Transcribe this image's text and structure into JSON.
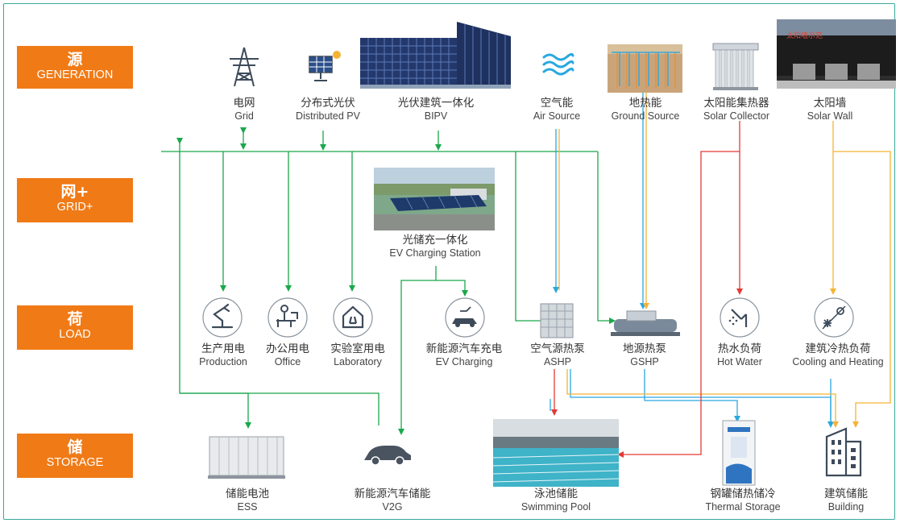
{
  "categories": [
    {
      "zh": "源",
      "en": "GENERATION"
    },
    {
      "zh": "网+",
      "en": "GRID+"
    },
    {
      "zh": "荷",
      "en": "LOAD"
    },
    {
      "zh": "储",
      "en": "STORAGE"
    }
  ],
  "generation": [
    {
      "zh": "电网",
      "en": "Grid"
    },
    {
      "zh": "分布式光伏",
      "en": "Distributed PV"
    },
    {
      "zh": "光伏建筑一体化",
      "en": "BIPV"
    },
    {
      "zh": "空气能",
      "en": "Air Source"
    },
    {
      "zh": "地热能",
      "en": "Ground Source"
    },
    {
      "zh": "太阳能集热器",
      "en": "Solar Collector"
    },
    {
      "zh": "太阳墙",
      "en": "Solar Wall"
    }
  ],
  "grid": [
    {
      "zh": "光储充一体化",
      "en": "EV Charging Station"
    }
  ],
  "load": [
    {
      "zh": "生产用电",
      "en": "Production"
    },
    {
      "zh": "办公用电",
      "en": "Office"
    },
    {
      "zh": "实验室用电",
      "en": "Laboratory"
    },
    {
      "zh": "新能源汽车充电",
      "en": "EV Charging"
    },
    {
      "zh": "空气源热泵",
      "en": "ASHP"
    },
    {
      "zh": "地源热泵",
      "en": "GSHP"
    },
    {
      "zh": "热水负荷",
      "en": "Hot Water"
    },
    {
      "zh": "建筑冷热负荷",
      "en": "Cooling and Heating"
    }
  ],
  "storage": [
    {
      "zh": "储能电池",
      "en": "ESS"
    },
    {
      "zh": "新能源汽车储能",
      "en": "V2G"
    },
    {
      "zh": "泳池储能",
      "en": "Swimming Pool"
    },
    {
      "zh": "钢罐储热储冷",
      "en": "Thermal Storage"
    },
    {
      "zh": "建筑储能",
      "en": "Building"
    }
  ],
  "colors": {
    "accent": "#f07a16",
    "frame": "#39a99b",
    "electric": "#1aa84b",
    "heat": "#e53935",
    "cool": "#29a8e0",
    "warm": "#f5b335",
    "icon": "#3d4a5a"
  },
  "photo_text": {
    "solar_wall_sign": "太阳墙示范"
  }
}
